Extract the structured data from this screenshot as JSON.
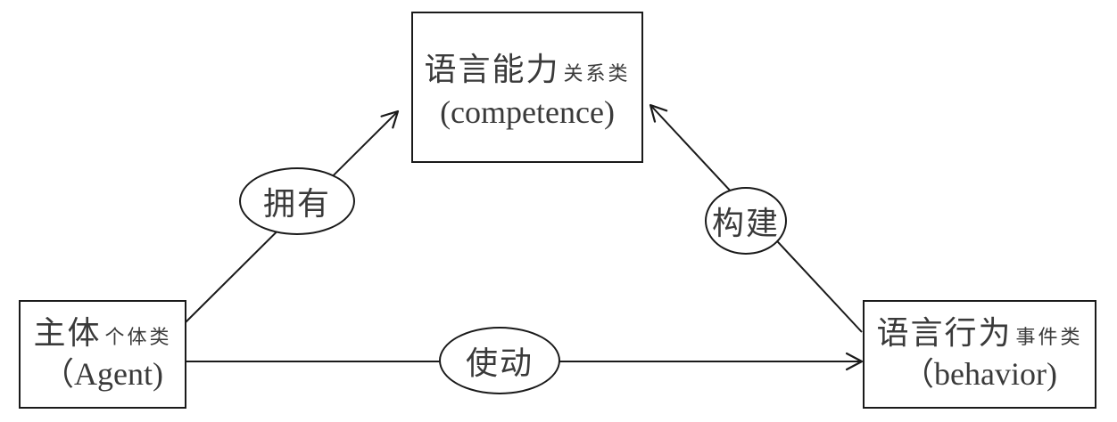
{
  "nodes": {
    "competence": {
      "main": "语言能力",
      "sub": "关系类",
      "gloss": "(competence)"
    },
    "agent": {
      "main": "主体",
      "sub": "个体类",
      "gloss": "（Agent)"
    },
    "behavior": {
      "main": "语言行为",
      "sub": "事件类",
      "gloss": "（behavior)"
    }
  },
  "relations": {
    "possess": "拥有",
    "construct": "构建",
    "cause": "使动"
  },
  "colors": {
    "stroke": "#1a1a1a",
    "text": "#3a3a3a"
  }
}
